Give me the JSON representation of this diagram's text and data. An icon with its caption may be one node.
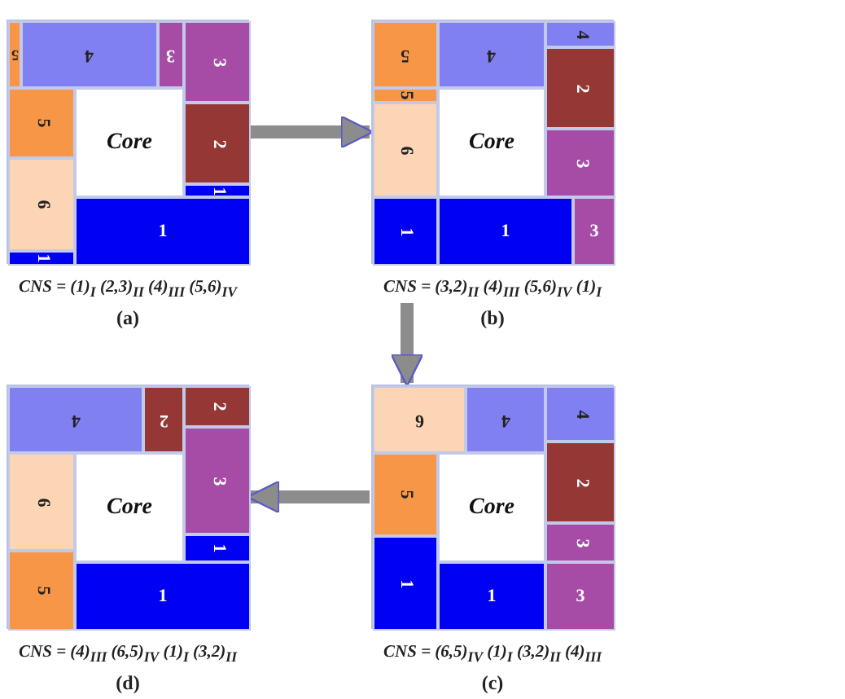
{
  "diagram": {
    "nodes": [
      {
        "text": [],
        "shape": "box",
        "beside": [
          "CNS = (1)$_{I}$ (2,3)$_{II}$ (4)$_{III}$ (5,6)$_{IV}$",
          "(a)"
        ]
      },
      {
        "text": [
          "5"
        ],
        "in": 0
      },
      {
        "text": [
          "4"
        ],
        "in": 0
      },
      {
        "text": [
          "3"
        ],
        "in": 0
      },
      {
        "text": [
          "3"
        ],
        "in": 0
      },
      {
        "text": [
          "2"
        ],
        "in": 0
      },
      {
        "text": [
          "1"
        ],
        "in": 0
      },
      {
        "text": [
          "5"
        ],
        "in": 0
      },
      {
        "text": [
          "6"
        ],
        "in": 0
      },
      {
        "text": [
          "1"
        ],
        "in": 0
      },
      {
        "text": [
          "Core"
        ],
        "in": 0
      },
      {
        "text": [
          "1"
        ],
        "in": 0
      },
      {
        "text": [],
        "shape": "box",
        "beside": [
          "CNS = (3,2)$_{II}$ (4)$_{III}$ (5,6)$_{IV}$ (1)$_{I}$",
          "(b)"
        ]
      },
      {
        "text": [
          "5"
        ],
        "in": 12
      },
      {
        "text": [
          "5"
        ],
        "in": 12
      },
      {
        "text": [
          "6"
        ],
        "in": 12
      },
      {
        "text": [
          "4"
        ],
        "in": 12
      },
      {
        "text": [
          "4"
        ],
        "in": 12
      },
      {
        "text": [
          "2"
        ],
        "in": 12
      },
      {
        "text": [
          "3"
        ],
        "in": 12
      },
      {
        "text": [
          "Core"
        ],
        "in": 12
      },
      {
        "text": [
          "1"
        ],
        "in": 12
      },
      {
        "text": [
          "1"
        ],
        "in": 12
      },
      {
        "text": [
          "3"
        ],
        "in": 12
      },
      {
        "text": [],
        "shape": "box",
        "beside": [
          "CNS = (4)$_{III}$ (6,5)$_{IV}$ (1)$_{I}$ (3,2)$_{II}$",
          "(d)"
        ]
      },
      {
        "text": [
          "4"
        ],
        "in": 24
      },
      {
        "text": [
          "2"
        ],
        "in": 24
      },
      {
        "text": [
          "2"
        ],
        "in": 24
      },
      {
        "text": [
          "6"
        ],
        "in": 24
      },
      {
        "text": [
          "Core"
        ],
        "in": 24
      },
      {
        "text": [
          "3"
        ],
        "in": 24
      },
      {
        "text": [
          "1"
        ],
        "in": 24
      },
      {
        "text": [
          "5"
        ],
        "in": 24
      },
      {
        "text": [
          "1"
        ],
        "in": 24
      },
      {
        "text": [],
        "shape": "box",
        "beside": [
          "CNS = (6,5)$_{IV}$ (1)$_{I}$ (3,2)$_{II}$ (4)$_{III}$",
          "(c)"
        ]
      },
      {
        "text": [
          "6"
        ],
        "in": 34
      },
      {
        "text": [
          "4"
        ],
        "in": 34
      },
      {
        "text": [
          "4"
        ],
        "in": 34
      },
      {
        "text": [
          "2"
        ],
        "in": 34
      },
      {
        "text": [
          "5"
        ],
        "in": 34
      },
      {
        "text": [
          "Core"
        ],
        "in": 34
      },
      {
        "text": [
          "3"
        ],
        "in": 34
      },
      {
        "text": [
          "1"
        ],
        "in": 34
      },
      {
        "text": [
          "1"
        ],
        "in": 34
      },
      {
        "text": [
          "3"
        ],
        "in": 34
      }
    ],
    "edges": [
      {
        "from": 0,
        "to": 12,
        "arrow": "to"
      },
      {
        "from": 12,
        "to": 34,
        "arrow": "to"
      },
      {
        "from": 34,
        "to": 24,
        "arrow": "to"
      }
    ]
  }
}
